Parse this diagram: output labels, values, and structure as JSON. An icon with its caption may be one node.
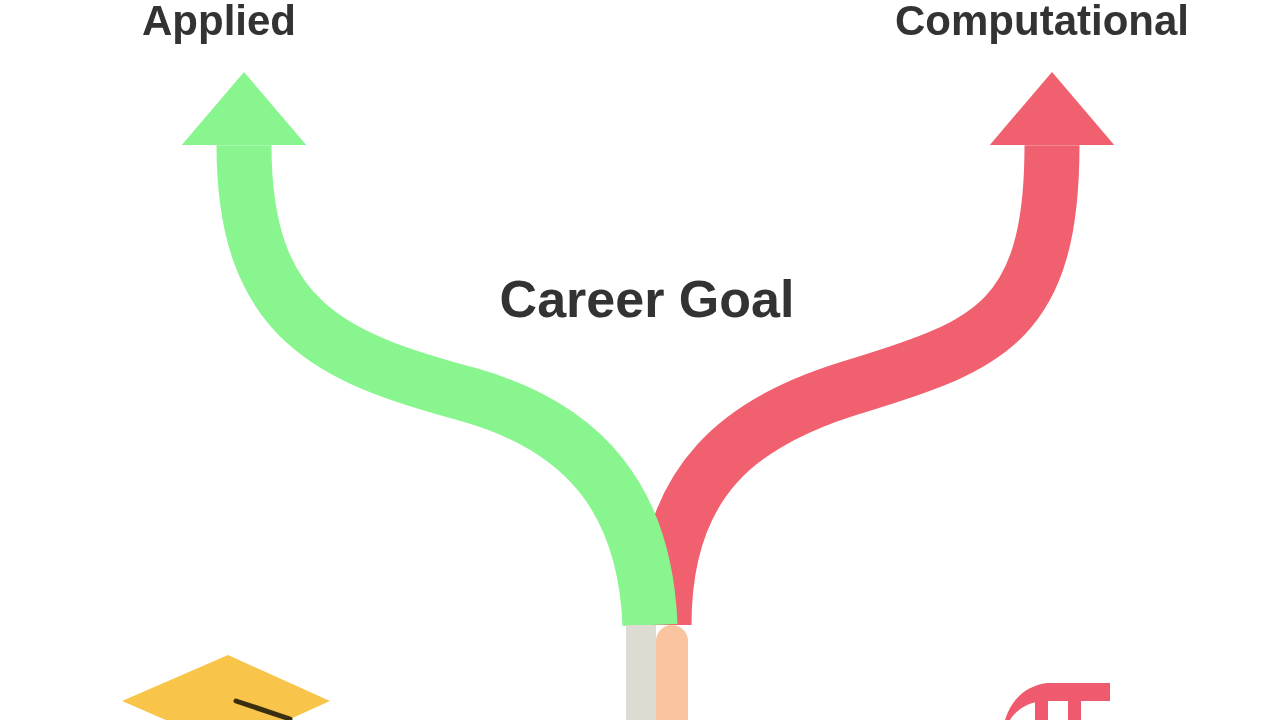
{
  "diagram": {
    "nodes": [
      {
        "text": [
          "Applied"
        ]
      },
      {
        "text": [
          "Computational"
        ]
      },
      {
        "text": [],
        "shape": "bar"
      }
    ],
    "edges": [
      {
        "from": 2,
        "to": 0,
        "arrow": "to",
        "color": "#88f58f"
      },
      {
        "from": 2,
        "to": 1,
        "arrow": "to",
        "color": "#f0606f"
      }
    ],
    "labels": [
      "Career Goal"
    ]
  }
}
